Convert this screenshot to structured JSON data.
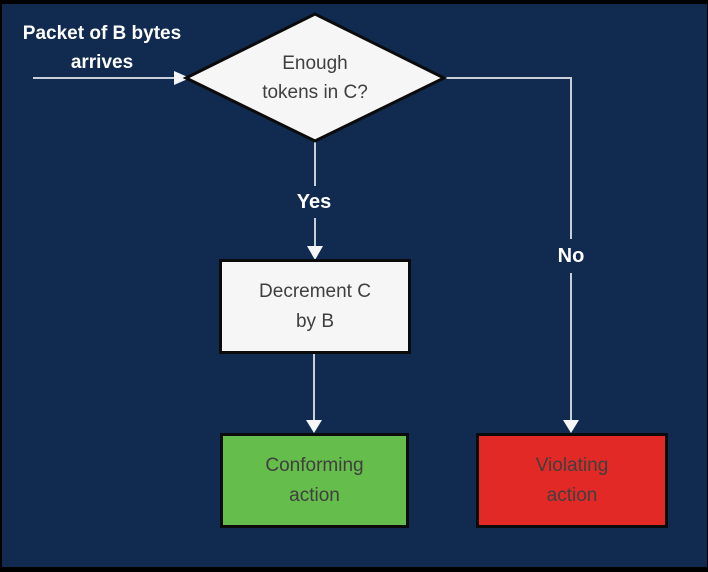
{
  "diagram": {
    "colors": {
      "background": "#112a4f",
      "frame": "#000000",
      "line": "#c9cfd8",
      "arrowhead": "#f5f6f8",
      "shape_border": "#0b0b0b",
      "text_dark": "#3f3f3f",
      "text_light": "#ffffff"
    },
    "nodes": {
      "start": {
        "line1": "Packet of B bytes",
        "line2": "arrives"
      },
      "decision": {
        "line1": "Enough",
        "line2": "tokens in C?",
        "fill": "#f6f6f6"
      },
      "process": {
        "line1": "Decrement C",
        "line2": "by B",
        "fill": "#f6f6f6"
      },
      "conforming": {
        "line1": "Conforming",
        "line2": "action",
        "fill": "#65bd4b"
      },
      "violating": {
        "line1": "Violating",
        "line2": "action",
        "fill": "#e22925"
      }
    },
    "edges": {
      "yes_label": "Yes",
      "no_label": "No"
    }
  }
}
